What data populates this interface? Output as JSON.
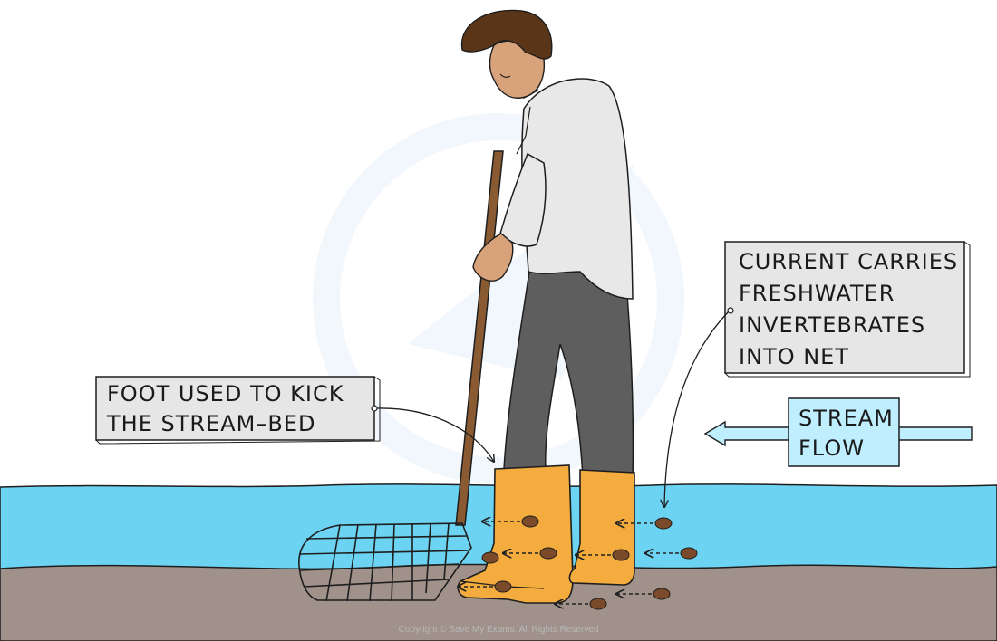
{
  "labels": {
    "foot": {
      "line1": "FOOT USED TO KICK",
      "line2": "THE STREAM–BED"
    },
    "current": {
      "line1": "CURRENT CARRIES",
      "line2": "FRESHWATER",
      "line3": "INVERTEBRATES",
      "line4": "INTO NET"
    },
    "flow": {
      "line1": "STREAM",
      "line2": "FLOW"
    }
  },
  "copyright": "Copyright © Save My Exams. All Rights Reserved",
  "colors": {
    "water": "#6dd3f3",
    "stream_bed": "#a0918a",
    "boots": "#f4ac3e",
    "shirt": "#e8e8e8",
    "trousers": "#5e5e5e",
    "hair": "#5b3517",
    "skin": "#d8a27a",
    "pole": "#8a5a32",
    "invertebrate": "#7a4a2a",
    "label_box": "#e6e6e6",
    "flow_box": "#bfefff"
  },
  "icons": [
    "person-figure",
    "kick-net",
    "flow-arrow-left",
    "invertebrate-dot"
  ]
}
